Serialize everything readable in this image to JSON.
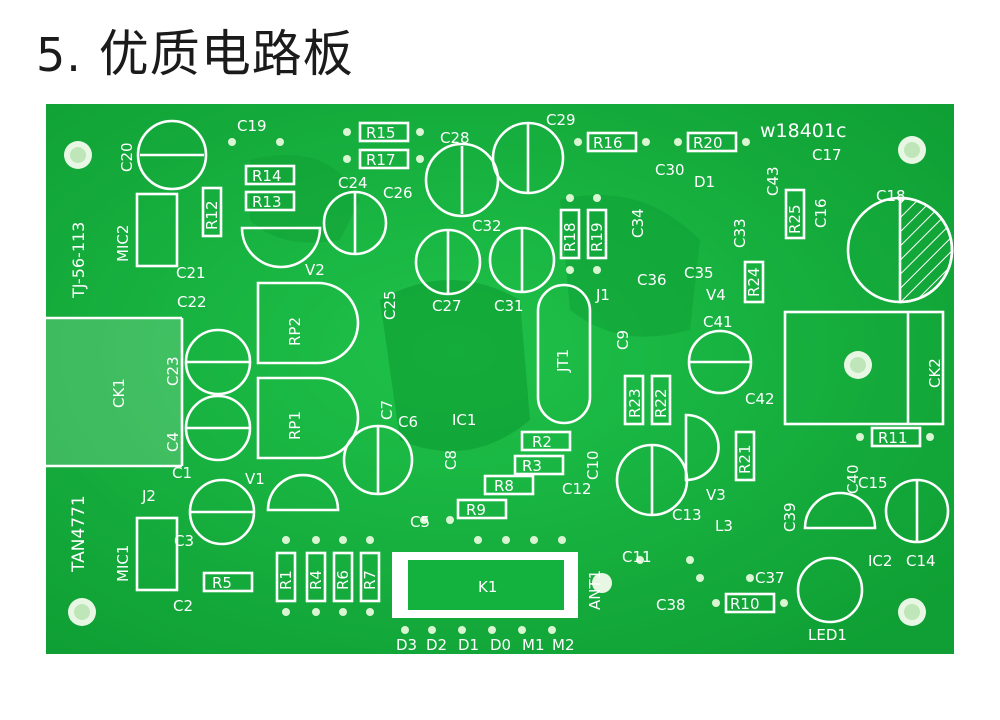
{
  "title": {
    "number": "5.",
    "text": "优质电路板"
  },
  "board": {
    "colors": {
      "board": "#13b23e",
      "board_dark": "#0c9d33",
      "silk": "#ffffff",
      "pad": "#d9f5d2",
      "hole": "#0a6a20"
    },
    "model_text": "w18401c",
    "side_text_left": "TJ-56-113",
    "side_text_left2": "TAN4771",
    "bottom_labels": [
      "D3",
      "D2",
      "D1",
      "D0",
      "M1",
      "M2"
    ],
    "labels": {
      "c20": "C20",
      "c19": "C19",
      "r15": "R15",
      "r17": "R17",
      "c28": "C28",
      "c29": "C29",
      "r16": "R16",
      "r20": "R20",
      "c30": "C30",
      "d1": "D1",
      "c43": "C43",
      "c17": "C17",
      "c18": "C18",
      "r14": "R14",
      "r13": "R13",
      "r12": "R12",
      "c24": "C24",
      "c26": "C26",
      "c32": "C32",
      "r18": "R18",
      "r19": "R19",
      "c34": "C34",
      "c33": "C33",
      "r25": "R25",
      "c16": "C16",
      "mic2": "MIC2",
      "c21": "C21",
      "v2": "V2",
      "c27": "C27",
      "c31": "C31",
      "c36": "C36",
      "c35": "C35",
      "r24": "R24",
      "c22": "C22",
      "rp2": "RP2",
      "c25": "C25",
      "j1": "J1",
      "v4": "V4",
      "c41": "C41",
      "ck1": "CK1",
      "c23": "C23",
      "jt1": "JT1",
      "c9": "C9",
      "ck2": "CK2",
      "r23": "R23",
      "r22": "R22",
      "c42": "C42",
      "c7": "C7",
      "rp1": "RP1",
      "c6": "C6",
      "ic1": "IC1",
      "r2": "R2",
      "r21": "R21",
      "r11": "R11",
      "c4": "C4",
      "c8": "C8",
      "r3": "R3",
      "c10": "C10",
      "c40": "C40",
      "c15": "C15",
      "c1": "C1",
      "v1": "V1",
      "r8": "R8",
      "c12": "C12",
      "j2": "J2",
      "r9": "R9",
      "v3": "V3",
      "c39": "C39",
      "c5": "C5",
      "c13": "C13",
      "c3": "C3",
      "l3": "L3",
      "mic1": "MIC1",
      "c11": "C11",
      "ic2": "IC2",
      "c14": "C14",
      "r5": "R5",
      "r1": "R1",
      "r4": "R4",
      "r6": "R6",
      "r7": "R7",
      "k1": "K1",
      "ant1": "ANT1",
      "c37": "C37",
      "c2": "C2",
      "c38": "C38",
      "r10": "R10",
      "led1": "LED1"
    }
  }
}
